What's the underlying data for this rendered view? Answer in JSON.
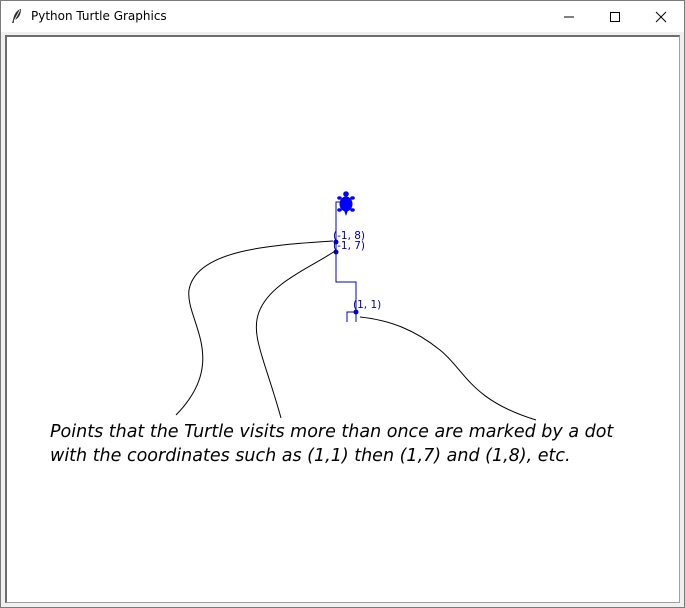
{
  "window": {
    "title": "Python Turtle Graphics",
    "icon": "feather-icon",
    "controls": {
      "minimize_icon": "minimize-icon",
      "maximize_icon": "maximize-icon",
      "close_icon": "close-icon"
    }
  },
  "canvas": {
    "pen_color": "#0000cc",
    "turtle_color": "#0000ff",
    "label_color": "#0000aa",
    "labels": {
      "p18": "(-1, 8)",
      "p17": "(-1, 7)",
      "p11": "(1, 1)"
    }
  },
  "annotation": {
    "line1": "Points that the Turtle visits more than once are marked by a dot",
    "line2": "with the coordinates such as (1,1) then (1,7) and (1,8), etc."
  }
}
